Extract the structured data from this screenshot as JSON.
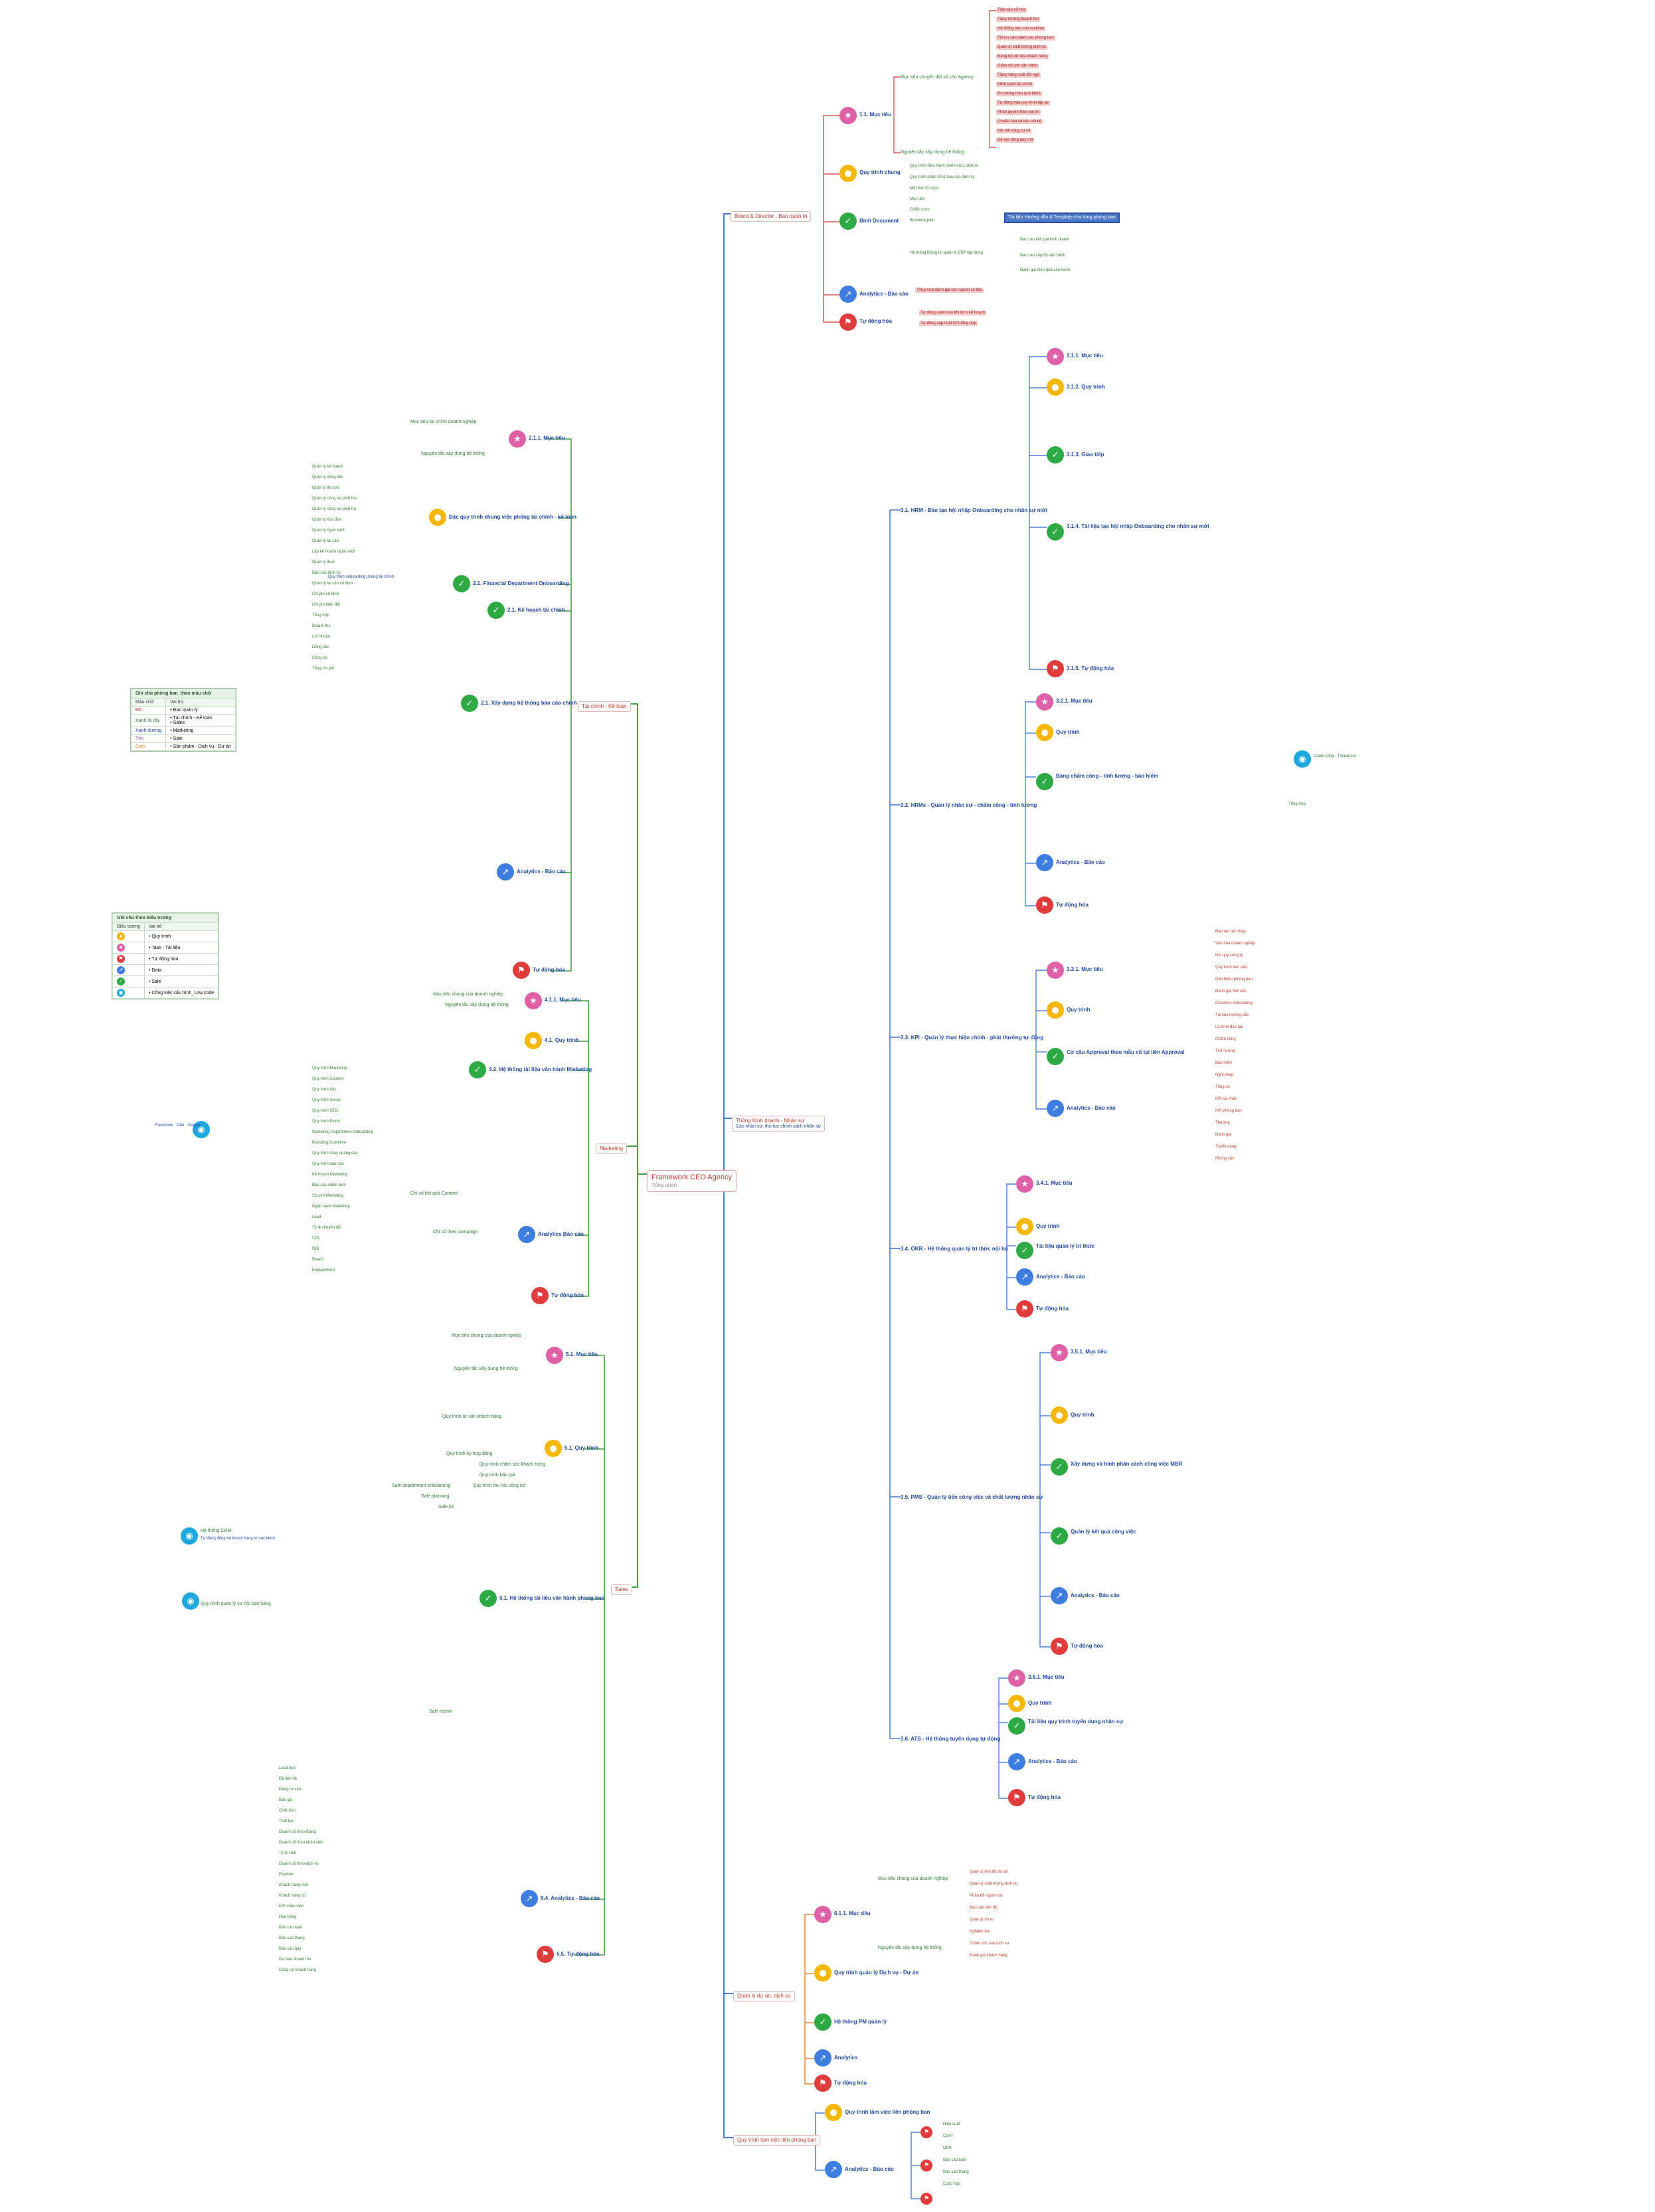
{
  "colors": {
    "link_main": "#4a7fd6",
    "link_branch": "#3da33d",
    "link_red": "#e05555",
    "link_orange": "#e08a40",
    "accent_red": "#c0392b"
  },
  "root": {
    "title": "Framework CEO Agency",
    "sub": "Tổng quan"
  },
  "level1": {
    "board": "Board & Director - Ban quản trị",
    "finance": "Tài chính - Kế toán",
    "marketing": "Marketing",
    "sales": "Sales",
    "ops": "Thông Kinh doanh - Nhân sự",
    "ops_sub": "Các nhân sự, thủ tục chính sách nhân sự",
    "service": "Quản lý dự án, dịch vụ",
    "dept": "Quy trình làm việc liên phòng ban"
  },
  "board": {
    "goal": "1.1. Mục tiêu",
    "goal_sub": "Mục tiêu chuyển đổi số cho Agency",
    "goal_rev": "Nguyên tắc xây dựng hệ thống",
    "process": "Quy trình chung",
    "process_a": "Quy trình điều hành chiến lược dịch vụ",
    "process_b": "Quy trình phân bổ & báo cáo định kỳ",
    "doc": "Bình Document",
    "doc_items": [
      "Mô hình tổ chức",
      "Mục tiêu",
      "Chiến lược",
      "Business plan"
    ],
    "doc_sys": "Hệ thống thông tin quản trị ERP tập trung",
    "doc_sel": "Tài liệu Hướng dẫn & Template cho từng phòng ban",
    "doc_more": [
      "Báo cáo kết quả kinh doanh",
      "Báo cáo cấp độ vận hành",
      "Đánh giá hiệu quả vận hành"
    ],
    "analytics": "Analytics - Báo cáo",
    "analytics_sub": "Tổng hợp đánh giá các nguồn số liệu",
    "auto": "Tự động hóa",
    "auto_items": [
      "Tự động cảnh báo khi lệch kế hoạch",
      "Tự động cập nhật KPI tổng hợp"
    ]
  },
  "leaves_board": [
    "Tiếp cận số hóa",
    "Tăng trưởng doanh thu",
    "Hệ thống báo cáo realtime",
    "Tối ưu vận hành các phòng ban",
    "Quản trị chất lượng dịch vụ",
    "Đồng bộ dữ liệu khách hàng",
    "Giảm chi phí vận hành",
    "Tăng năng suất đội ngũ",
    "Minh bạch tài chính",
    "Đo lường hiệu quả kênh",
    "Tự động hóa quy trình lặp lại",
    "Phân quyền theo vai trò",
    "Chuẩn hóa tài liệu nội bộ",
    "Kết nối công cụ số",
    "Dễ mở rộng quy mô"
  ],
  "finance": {
    "goal": "2.1.1. Mục tiêu",
    "goal_a": "Mục tiêu tài chính doanh nghiệp",
    "goal_b": "Nguyên tắc xây dựng hệ thống",
    "process": "Đặc quy trình chung việc phòng tài chính - kế toán",
    "doc": "2.1. Financial Department Onboarding",
    "doc_sub": "Quy trình onboarding phòng tài chính",
    "plan": "2.1. Kế hoạch tài chính",
    "system": "2.1. Xây dựng hệ thống báo cáo chính",
    "analytics": "Analytics - Báo cáo",
    "auto": "Tự động hóa",
    "items": [
      "Quản lý kế hoạch",
      "Quản lý dòng tiền",
      "Quản lý thu chi",
      "Quản lý công nợ phải thu",
      "Quản lý công nợ phải trả",
      "Quản lý hóa đơn",
      "Quản lý ngân sách",
      "Quản lý tài sản",
      "Lập kế hoạch ngân sách",
      "Quản lý thuế",
      "Báo cáo định kỳ",
      "Quản lý tài sản cố định",
      "Chi phí cố định",
      "Chi phí biến đổi",
      "Tổng hợp",
      "Doanh thu",
      "Lợi nhuận",
      "Dòng tiền",
      "Công nợ",
      "Tổng chi phí"
    ]
  },
  "marketing": {
    "goal": "4.1.1. Mục tiêu",
    "goal_a": "Mục tiêu chung của doanh nghiệp",
    "goal_b": "Nguyên tắc xây dựng hệ thống",
    "process": "4.1. Quy trình",
    "doc": "4.2. Hệ thống tài liệu văn hành Marketing",
    "tools": "Facebook · Zalo · Google",
    "content": "Chỉ số kết quả Content",
    "campaign": "Chỉ số theo campaign",
    "analytics": "Analytics Báo cáo",
    "auto": "Tự động hóa",
    "items": [
      "Quy trình Marketing",
      "Quy trình Content",
      "Quy trình Ads",
      "Quy trình Social",
      "Quy trình SEO",
      "Quy trình Event",
      "Marketing Department Onboarding",
      "Branding Guideline",
      "Quy trình chạy quảng cáo",
      "Quy trình báo cáo",
      "Kế hoạch Marketing",
      "Báo cáo chiến dịch",
      "Chi phí Marketing",
      "Ngân sách Marketing",
      "Lead",
      "Tỷ lệ chuyển đổi",
      "CPL",
      "ROI",
      "Reach",
      "Engagement"
    ]
  },
  "sales": {
    "goal": "5.1. Mục tiêu",
    "goal_a": "Mục tiêu chung của doanh nghiệp",
    "goal_b": "Nguyên tắc xây dựng hệ thống",
    "process": "5.1. Quy trình",
    "proc_items": [
      "Quy trình tư vấn khách hàng",
      "Quy trình ký hợp đồng",
      "Quy trình chăm sóc khách hàng",
      "Quy trình báo giá",
      "Quy trình thu hồi công nợ"
    ],
    "doc": "5.1. Hệ thống tài liệu văn hành phòng ban",
    "doc_items": [
      "Sale department onboarding",
      "Sale planning",
      "Sale kit"
    ],
    "crm": "Hệ thống CRM",
    "crm_note": "Tự động đồng bộ khách hàng từ các kênh",
    "pipeline": "Quy trình quản lý cơ hội bán hàng",
    "report": "Sale report",
    "analytics": "5.4. Analytics - Báo cáo",
    "auto": "5.5. Tự động hóa",
    "items": [
      "Lead mới",
      "Đã liên hệ",
      "Đang tư vấn",
      "Báo giá",
      "Chốt đơn",
      "Thất bại",
      "Doanh số theo tháng",
      "Doanh số theo nhân viên",
      "Tỷ lệ chốt",
      "Doanh số theo dịch vụ",
      "Pipeline",
      "Khách hàng mới",
      "Khách hàng cũ",
      "KPI nhân viên",
      "Hoa hồng",
      "Báo cáo tuần",
      "Báo cáo tháng",
      "Báo cáo quý",
      "Dự báo doanh thu",
      "Công nợ khách hàng"
    ]
  },
  "ops": {
    "hr": "3.1. HRM - Đào tạo hội nhập Onboarding cho nhân sự mới",
    "hr_goal": "3.1.1. Mục tiêu",
    "hr_process": "3.1.2. Quy trình",
    "hr_doc": "3.1.3. Giao tiếp",
    "hr_tool": "3.1.4. Tài liệu tạo hội nhập Onboarding cho nhân sự mới",
    "hr_auto": "3.1.5. Tự động hóa",
    "hrms": "3.2. HRMs - Quản lý nhân sự - chấm công - tính lương",
    "hrms_goal": "3.2.1. Mục tiêu",
    "hrms_process": "Quy trình",
    "hrms_tool": "Bảng chấm công - tính lương - bảo hiểm",
    "hrms_analytics": "Analytics - Báo cáo",
    "hrms_auto": "Tự động hóa",
    "hrms_web": "Chấm công - Timesheet",
    "hrms_web_sub": "Tổng hợp",
    "kpi": "3.3. KPI - Quản lý thực hiện chính - phát thưởng tự động",
    "kpi_goal": "3.3.1. Mục tiêu",
    "kpi_process": "Quy trình",
    "kpi_tool": "Cơ cấu Approval theo mẫu cố tại liên Approval",
    "kpi_analytics": "Analytics - Báo cáo",
    "okr": "3.4. OKR - Hệ thống quản lý tri thức nội bộ",
    "okr_goal": "3.4.1. Mục tiêu",
    "okr_process": "Quy trình",
    "okr_tool": "Tài liệu quản lý tri thức",
    "okr_analytics": "Analytics - Báo cáo",
    "okr_auto": "Tự động hóa",
    "pms": "3.5. PMS - Quản lý tiến công việc và chất lượng nhân sự",
    "pms_goal": "3.5.1. Mục tiêu",
    "pms_process": "Quy trình",
    "pms_tool": "Xây dựng và hình phân cách công việc MBR",
    "pms_tool2": "Quản lý kết quả công việc",
    "pms_analytics": "Analytics - Báo cáo",
    "pms_auto": "Tự động hóa",
    "lms": "3.6. ATS - Hệ thống tuyển dụng tự động",
    "lms_goal": "3.6.1. Mục tiêu",
    "lms_process": "Quy trình",
    "lms_tool": "Tài liệu quy trình tuyển dụng nhân sự",
    "lms_analytics": "Analytics - Báo cáo",
    "lms_auto": "Tự động hóa",
    "items": [
      "Đào tạo hội nhập",
      "Văn hóa doanh nghiệp",
      "Nội quy công ty",
      "Quy trình làm việc",
      "Giới thiệu phòng ban",
      "Đánh giá thử việc",
      "Checklist onboarding",
      "Tài liệu hướng dẫn",
      "Lộ trình đào tạo",
      "Chấm công",
      "Tính lương",
      "Bảo hiểm",
      "Nghỉ phép",
      "Tăng ca",
      "KPI cá nhân",
      "KPI phòng ban",
      "Thưởng",
      "Đánh giá",
      "Tuyển dụng",
      "Phỏng vấn"
    ]
  },
  "service": {
    "goal": "6.1.1. Mục tiêu",
    "goal_a": "Mục tiêu chung của doanh nghiệp",
    "goal_b": "Nguyên tắc xây dựng hệ thống",
    "process": "Quy trình quản lý Dịch vụ - Dự án",
    "tool": "Hệ thống PM quản lý",
    "analytics": "Analytics",
    "auto": "Tự động hóa",
    "items": [
      "Quản lý tiến độ dự án",
      "Quản lý chất lượng dịch vụ",
      "Phân bổ nguồn lực",
      "Báo cáo tiến độ",
      "Quản lý rủi ro",
      "Nghiệm thu",
      "Chăm sóc sau dịch vụ",
      "Đánh giá khách hàng"
    ]
  },
  "dept": {
    "process": "Quy trình làm việc liên phòng ban",
    "analytics": "Analytics - Báo cáo",
    "items": [
      "Hiệu suất",
      "CSAT",
      "OKR",
      "Báo cáo tuần",
      "Báo cáo tháng",
      "Cuộc họp"
    ]
  },
  "legend_dept": {
    "caption": "Ghi chú phòng ban_theo màu chữ",
    "head": [
      "Màu chữ",
      "Vai trò"
    ],
    "rows": [
      [
        "Đỏ",
        "Ban quản lý"
      ],
      [
        "Xanh lá cây",
        "Tài chính - Kế toán",
        "Sales"
      ],
      [
        "Xanh dương",
        "Marketing"
      ],
      [
        "Tím",
        "Sale"
      ],
      [
        "Cam",
        "Sản phẩm - Dịch vụ - Dự án"
      ]
    ]
  },
  "legend_icon": {
    "caption": "Ghi chú theo biểu tượng",
    "head": [
      "Biểu tượng",
      "Vai trò"
    ],
    "rows": [
      "Quy trình",
      "Task - Tài liệu",
      "Tự động hóa",
      "Data",
      "Sale",
      "Công việc cấu hình_Low code"
    ]
  }
}
